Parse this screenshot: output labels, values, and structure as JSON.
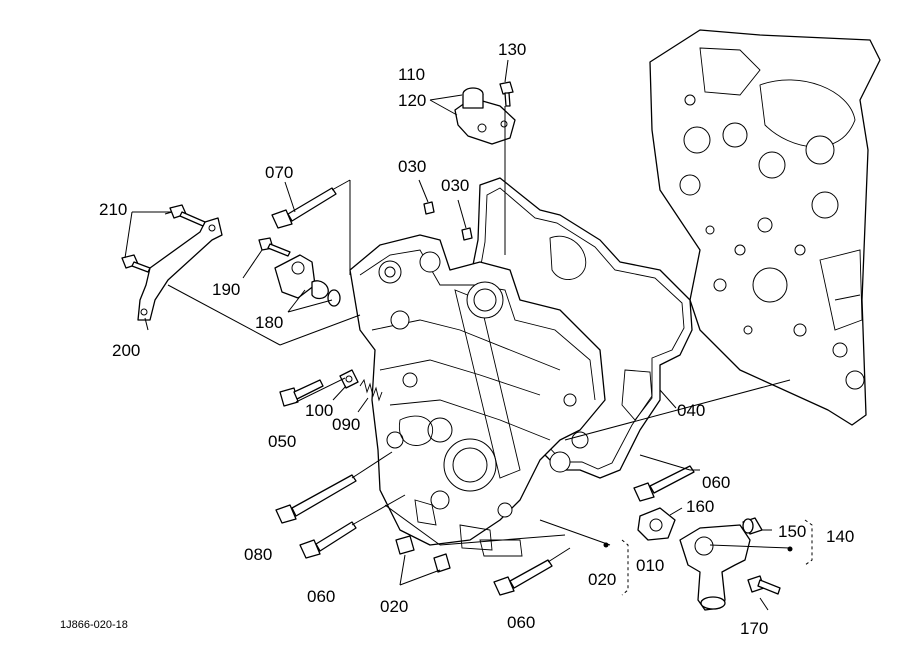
{
  "diagram": {
    "figure_id": "1J866-020-18",
    "callouts": {
      "p010": "010",
      "p020a": "020",
      "p020b": "020",
      "p030a": "030",
      "p030b": "030",
      "p040": "040",
      "p050": "050",
      "p060a": "060",
      "p060b": "060",
      "p060c": "060",
      "p070": "070",
      "p080": "080",
      "p090": "090",
      "p100": "100",
      "p110": "110",
      "p120": "120",
      "p130": "130",
      "p140": "140",
      "p150": "150",
      "p160": "160",
      "p170": "170",
      "p180": "180",
      "p190": "190",
      "p200": "200",
      "p210": "210"
    }
  }
}
